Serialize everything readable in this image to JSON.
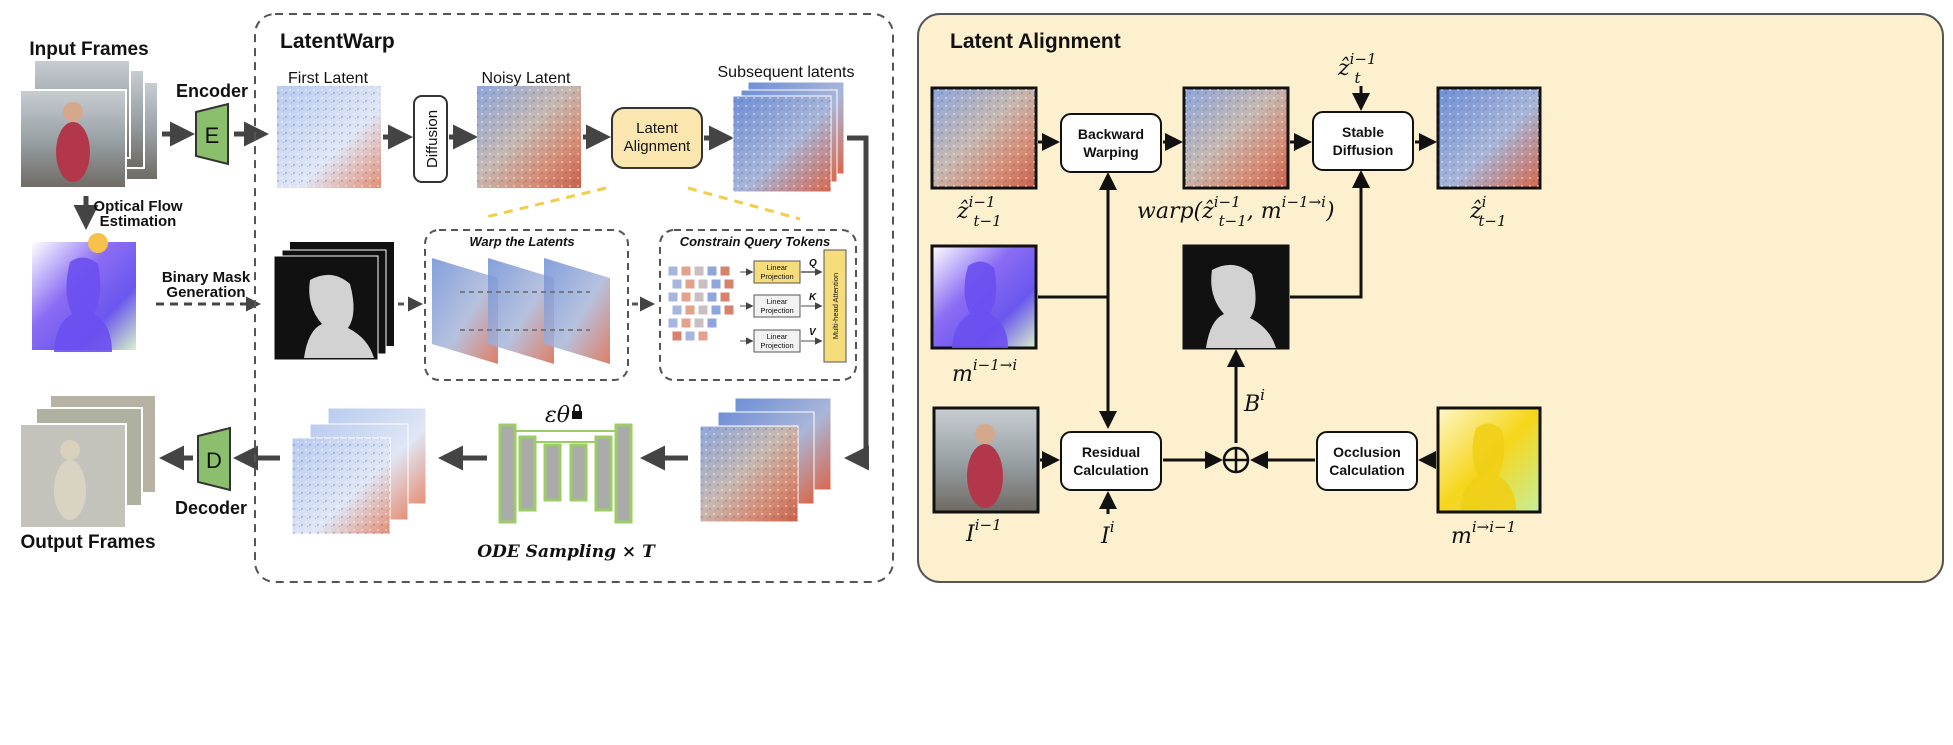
{
  "colors": {
    "panel_bg": "#fdf0cf",
    "encoder_green": "#8bbf6d",
    "unet_green": "#9ccc65",
    "latent_blue": "#6f8fd6",
    "latent_red": "#d9674a",
    "box_yellow": "#fbe6b0",
    "dash_yellow": "#f2cd4a"
  },
  "left": {
    "input_frames": "Input Frames",
    "encoder": "Encoder",
    "encoder_letter": "E",
    "optical_flow_1": "Optical Flow",
    "optical_flow_2": "Estimation",
    "binary_mask_1": "Binary Mask",
    "binary_mask_2": "Generation",
    "decoder": "Decoder",
    "decoder_letter": "D",
    "output_frames": "Output Frames"
  },
  "latentwarp": {
    "title": "LatentWarp",
    "first_latent": "First Latent",
    "diffusion": "Diffusion",
    "noisy_latent": "Noisy Latent",
    "latent_alignment_1": "Latent",
    "latent_alignment_2": "Alignment",
    "subsequent_latents": "Subsequent latents",
    "warp_the_latents": "Warp the Latents",
    "constrain_query_tokens": "Constrain Query Tokens",
    "linear_projection_1": "Linear",
    "linear_projection_2": "Projection",
    "q": "Q",
    "k": "K",
    "v": "V",
    "multihead_attention": "Multi-head Attention",
    "unet_label": "εθ",
    "lock_icon": "lock-icon",
    "ode_sampling": "ODE Sampling × T"
  },
  "alignment": {
    "title": "Latent Alignment",
    "backward_warping_1": "Backward",
    "backward_warping_2": "Warping",
    "stable_diffusion_1": "Stable",
    "stable_diffusion_2": "Diffusion",
    "residual_calc_1": "Residual",
    "residual_calc_2": "Calculation",
    "occlusion_calc_1": "Occlusion",
    "occlusion_calc_2": "Calculation",
    "z_prev_base": "ẑ",
    "z_prev_sup": "i−1",
    "z_prev_sub": "t−1",
    "warp_base": "warp(ẑ",
    "warp_sup": "i−1",
    "warp_sub": "t−1",
    "warp_rest": ", m",
    "warp_rest_sup": "i−1→i",
    "warp_close": ")",
    "z_t_base": "ẑ",
    "z_t_sup": "i−1",
    "z_t_sub": "t",
    "z_out_base": "ẑ",
    "z_out_sup": "i",
    "z_out_sub": "t−1",
    "m_fwd_base": "m",
    "m_fwd_sup": "i−1→i",
    "b_base": "B",
    "b_sup": "i",
    "i_prev_base": "I",
    "i_prev_sup": "i−1",
    "i_cur_base": "I",
    "i_cur_sup": "i",
    "m_bwd_base": "m",
    "m_bwd_sup": "i→i−1"
  }
}
